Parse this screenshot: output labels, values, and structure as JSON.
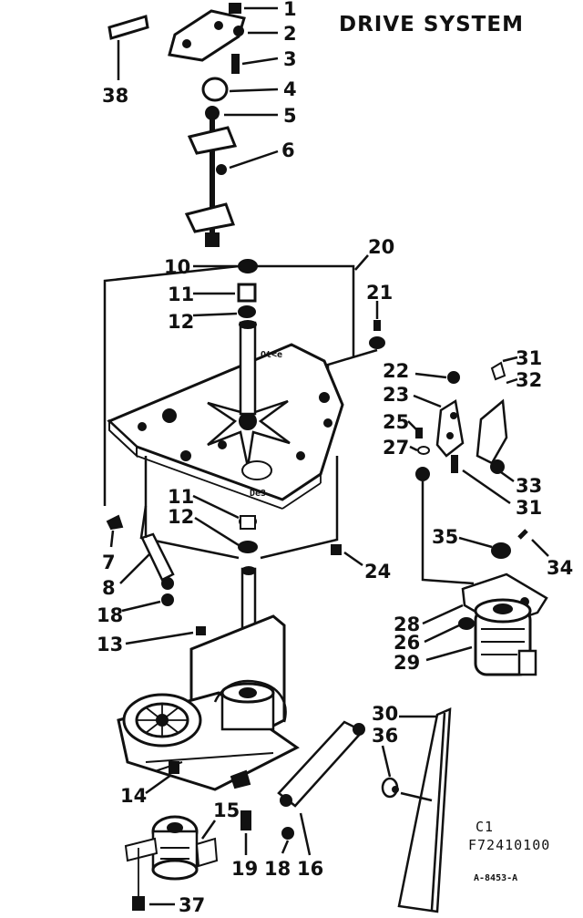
{
  "diagram": {
    "title": "DRIVE SYSTEM",
    "model_code": "C1",
    "part_number": "F72410100",
    "drawing_ref": "A-8453-A"
  },
  "callouts": {
    "c1": "1",
    "c2": "2",
    "c3": "3",
    "c4": "4",
    "c5": "5",
    "c6": "6",
    "c38": "38",
    "c10": "10",
    "c11a": "11",
    "c12a": "12",
    "c20": "20",
    "c21": "21",
    "c22": "22",
    "c23": "23",
    "c25": "25",
    "c27": "27",
    "c31a": "31",
    "c32": "32",
    "c33": "33",
    "c31b": "31",
    "c11b": "11",
    "c12b": "12",
    "c7": "7",
    "c8": "8",
    "c18a": "18",
    "c24": "24",
    "c35": "35",
    "c34": "34",
    "c28": "28",
    "c26": "26",
    "c29": "29",
    "c13": "13",
    "c30": "30",
    "c36": "36",
    "c14": "14",
    "c15": "15",
    "c19": "19",
    "c18b": "18",
    "c16": "16",
    "c37": "37"
  }
}
